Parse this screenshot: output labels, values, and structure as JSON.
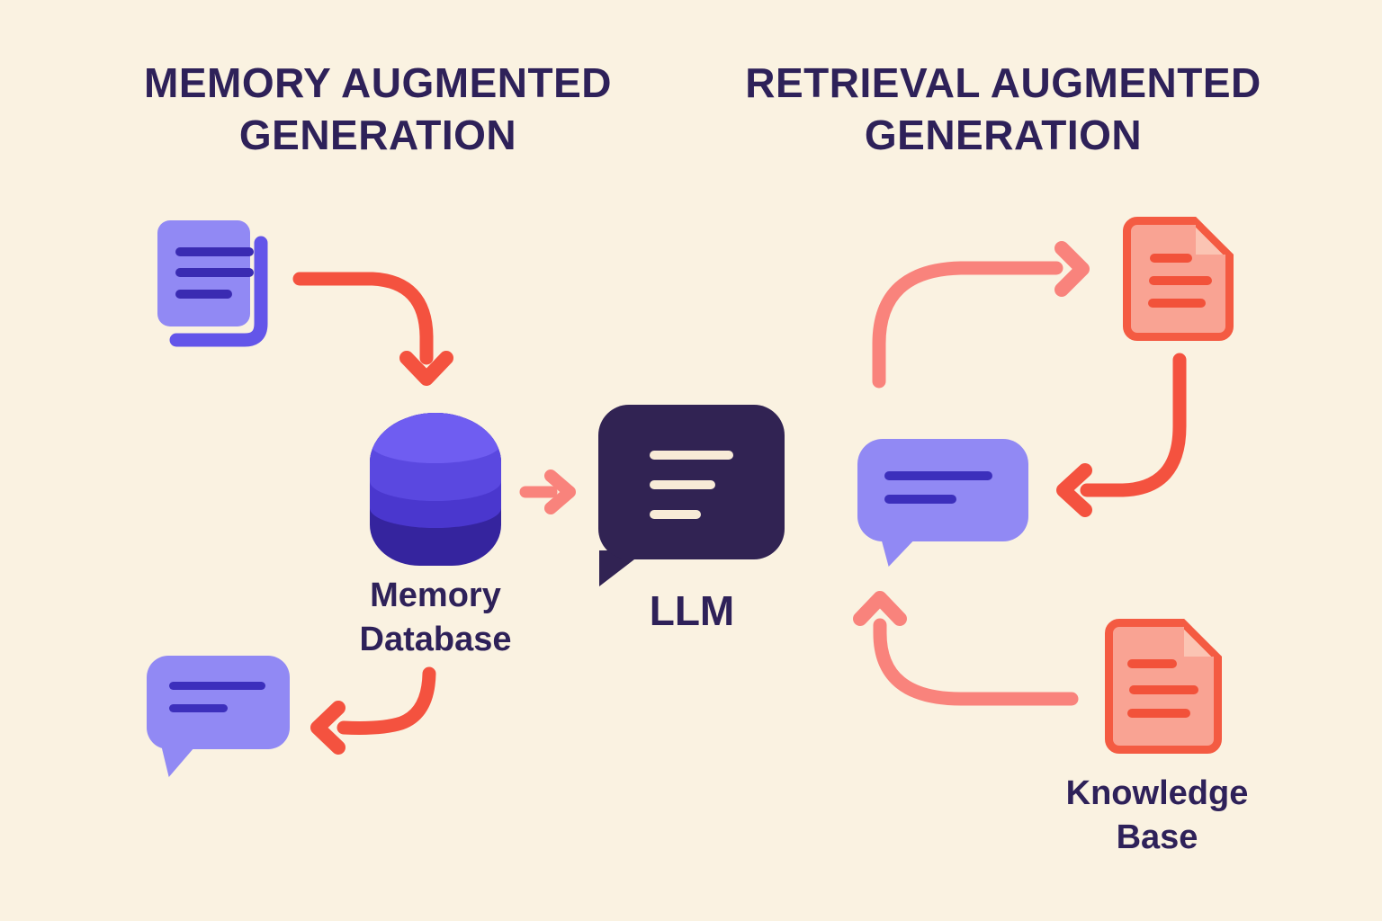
{
  "titles": {
    "left_line1": "MEMORY AUGMENTED",
    "left_line2": "GENERATION",
    "right_line1": "RETRIEVAL AUGMENTED",
    "right_line2": "GENERATION"
  },
  "labels": {
    "memory_database_line1": "Memory",
    "memory_database_line2": "Database",
    "llm": "LLM",
    "knowledge_base_line1": "Knowledge",
    "knowledge_base_line2": "Base"
  },
  "icons": {
    "memory_documents": "stacked-documents-icon",
    "memory_database": "database-cylinder-icon",
    "llm": "dark-chat-bubble-icon",
    "memory_response": "chat-bubble-icon",
    "rag_query": "chat-bubble-icon",
    "retrieved_document": "document-folded-corner-icon",
    "knowledge_base": "document-folded-corner-icon"
  },
  "flows": {
    "left": [
      "documents -> memory database",
      "memory database -> llm",
      "memory database -> response bubble"
    ],
    "right": [
      "query bubble -> retrieved document",
      "retrieved document -> query bubble",
      "knowledge base -> query bubble"
    ]
  },
  "colors": {
    "bg": "#FAF2E1",
    "ink": "#2E2159",
    "purpleLight": "#9189F4",
    "purpleMid": "#6355E9",
    "indigoLine": "#3A2BB2",
    "bubbleLine": "#3C2FBC",
    "cylA": "#6F5DF1",
    "cylB": "#5A48E0",
    "cylC": "#4A37CE",
    "cylD": "#35249E",
    "dark": "#312353",
    "cream": "#F8EBD7",
    "arrowStrong": "#F4523F",
    "arrowLight": "#F9837C",
    "docBorder": "#F45B42",
    "docFill": "#F9A393",
    "docFold": "#FBC4B3",
    "docLine": "#F2523A"
  }
}
